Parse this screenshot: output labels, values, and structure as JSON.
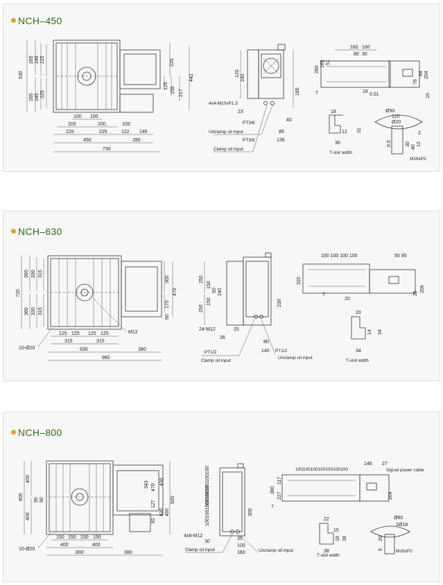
{
  "sections": [
    {
      "title": "NCH–450",
      "dims": {
        "d530": "530",
        "d265a": "265",
        "d245a": "245",
        "d225a": "225",
        "d265b": "265",
        "d245b": "245",
        "d225b": "225",
        "d100a": "100",
        "d100b": "100",
        "d200a": "200",
        "d200b": "200",
        "d225c": "225",
        "d225d": "225",
        "d105": "105",
        "d450": "450",
        "d122": "122",
        "d146": "146",
        "d280": "280",
        "d730": "730",
        "d225e": "225",
        "d125": "125",
        "d155": "155",
        "d217": "217",
        "d442": "442",
        "d120": "120",
        "d240": "240",
        "d185": "185",
        "d23": "23",
        "d40": "40",
        "d86": "86",
        "d136": "136",
        "m10": "4x4-M10xP1.5",
        "pt1": "PT3/8",
        "unclamp": "Unclamp oil input",
        "pt2": "PT3/8",
        "clamp": "Clamp oil input",
        "d160a": "160",
        "d160b": "160",
        "d80": "80",
        "d30": "30",
        "d280b": "260",
        "d165": "165",
        "d51": "51",
        "d7": "7",
        "d16": "16",
        "d01": "0.01",
        "d78": "78",
        "d84": "84",
        "d204": "204",
        "d10": "10",
        "d18": "18",
        "d12": "12",
        "d31": "31",
        "d30b": "30",
        "tslot": "T-slot width",
        "d50": "Ø50",
        "d120b": "120",
        "d20": "Ø20",
        "d2": "2",
        "d05": "0.5",
        "d30c": "30",
        "d40b": "40",
        "d12b": "12",
        "m16": "M16xP2"
      }
    },
    {
      "title": "NCH–630",
      "dims": {
        "d720": "720",
        "d360a": "360",
        "d330a": "330",
        "d315a": "315",
        "d360b": "360",
        "d330b": "330",
        "d315b": "315",
        "d125a": "125",
        "d125b": "125",
        "d125c": "125",
        "d125d": "125",
        "d315c": "315",
        "d315d": "315",
        "d630": "630",
        "d380": "380",
        "d960": "960",
        "d10": "10-Ø20",
        "m12": "M12",
        "d300": "300",
        "d470": "470",
        "d170": "170",
        "d60": "60",
        "d250a": "250",
        "d150a": "150",
        "d50": "50",
        "d250b": "250",
        "d150b": "150",
        "d240": "240",
        "d230": "230",
        "m24": "24-M12",
        "d15": "15",
        "d26": "26",
        "d80": "80",
        "d140": "140",
        "pt1": "PT1/2",
        "clamp": "Clamp oil input",
        "pt2": "PT1/2",
        "unclamp": "Unclamp oil input",
        "d100": "100 100 100 100",
        "d50b": "50",
        "d85": "85",
        "d320": "320",
        "d7": "7",
        "d20": "20",
        "d25": "25",
        "d209": "209",
        "d20b": "20",
        "d14": "14",
        "d34a": "34",
        "d34b": "34",
        "tslot": "T-slot width"
      }
    },
    {
      "title": "NCH–800",
      "dims": {
        "d800": "800",
        "d400a": "400",
        "d400b": "400",
        "d90a": "90",
        "d90b": "90",
        "d150a": "150",
        "d150b": "150",
        "d150c": "150",
        "d150d": "150",
        "d400c": "400",
        "d400d": "400",
        "d800b": "800",
        "d380": "380",
        "d10": "10-Ø20",
        "d343": "343",
        "d470": "470",
        "d430a": "430",
        "d430b": "430",
        "d920": "920",
        "d127": "127",
        "d82": "82",
        "d490": "490",
        "d100s": "100100100100100",
        "d300": "300",
        "m12": "4x8-M12",
        "d30": "30",
        "d160": "160",
        "d35": "35",
        "d100": "100",
        "clamp": "Clamp oil input",
        "unclamp": "Unclamp oil input",
        "d100b": "100100100100100100100",
        "d146": "146",
        "d27": "27",
        "cable": "Signal power cable",
        "d380b": "380",
        "d117": "117",
        "d227": "227",
        "d7": "7",
        "d204": "204",
        "d22": "22",
        "d18": "18",
        "d38": "38",
        "d15": "15",
        "tslot": "T-slot width",
        "d60": "Ø60",
        "d28": "2Ø18",
        "d5": "5",
        "d20": "20",
        "m16": "M16xP2"
      }
    }
  ]
}
